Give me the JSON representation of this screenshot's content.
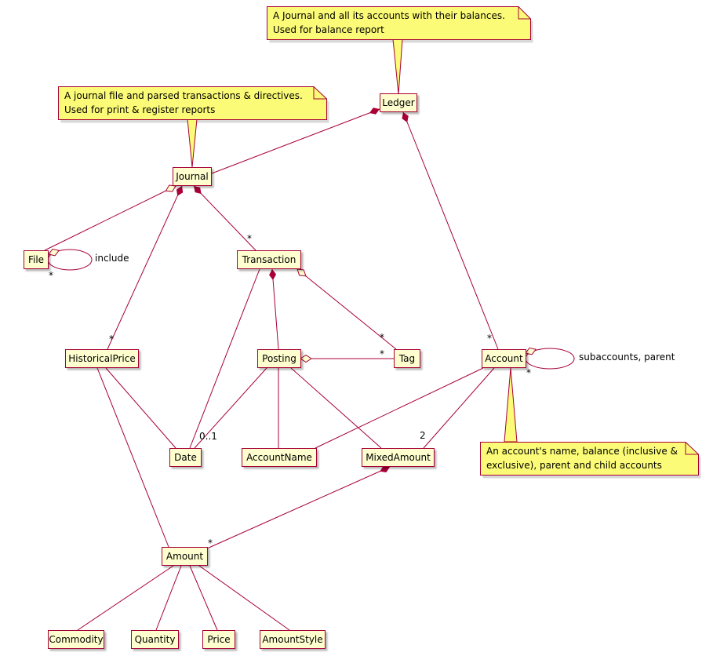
{
  "classes": {
    "ledger": "Ledger",
    "journal": "Journal",
    "file": "File",
    "transaction": "Transaction",
    "historical_price": "HistoricalPrice",
    "posting": "Posting",
    "tag": "Tag",
    "account": "Account",
    "date": "Date",
    "account_name": "AccountName",
    "mixed_amount": "MixedAmount",
    "amount": "Amount",
    "commodity": "Commodity",
    "quantity": "Quantity",
    "price": "Price",
    "amount_style": "AmountStyle"
  },
  "notes": {
    "ledger_note": {
      "line1": "A Journal and all its accounts with their balances.",
      "line2": "Used for balance report"
    },
    "journal_note": {
      "line1": "A journal file and parsed transactions & directives.",
      "line2": "Used for print & register reports"
    },
    "account_note": {
      "line1": "An account's name, balance (inclusive &",
      "line2": "exclusive), parent and child accounts"
    }
  },
  "edge_labels": {
    "many": "*",
    "zero_or_one": "0..1",
    "two": "2",
    "include": "include",
    "subaccounts_parent": "subaccounts, parent"
  },
  "edges": [
    {
      "from": "Ledger",
      "to": "Journal",
      "type": "composition"
    },
    {
      "from": "Ledger",
      "to": "Account",
      "type": "composition",
      "target_multiplicity": "*"
    },
    {
      "from": "Journal",
      "to": "File",
      "type": "aggregation"
    },
    {
      "from": "File",
      "to": "File",
      "type": "aggregation",
      "target_multiplicity": "*",
      "label": "include"
    },
    {
      "from": "Journal",
      "to": "Transaction",
      "type": "composition",
      "target_multiplicity": "*"
    },
    {
      "from": "Journal",
      "to": "HistoricalPrice",
      "type": "composition",
      "target_multiplicity": "*"
    },
    {
      "from": "HistoricalPrice",
      "to": "Date",
      "type": "association"
    },
    {
      "from": "HistoricalPrice",
      "to": "Amount",
      "type": "association"
    },
    {
      "from": "Transaction",
      "to": "Date",
      "type": "association"
    },
    {
      "from": "Transaction",
      "to": "Posting",
      "type": "composition"
    },
    {
      "from": "Transaction",
      "to": "Tag",
      "type": "aggregation",
      "target_multiplicity": "*"
    },
    {
      "from": "Posting",
      "to": "Tag",
      "type": "aggregation",
      "target_multiplicity": "*"
    },
    {
      "from": "Posting",
      "to": "Date",
      "type": "association",
      "target_multiplicity": "0..1"
    },
    {
      "from": "Posting",
      "to": "AccountName",
      "type": "association"
    },
    {
      "from": "Posting",
      "to": "MixedAmount",
      "type": "association"
    },
    {
      "from": "Account",
      "to": "AccountName",
      "type": "association"
    },
    {
      "from": "Account",
      "to": "MixedAmount",
      "type": "association",
      "target_multiplicity": "2"
    },
    {
      "from": "Account",
      "to": "Account",
      "type": "aggregation",
      "target_multiplicity": "*",
      "label": "subaccounts, parent"
    },
    {
      "from": "MixedAmount",
      "to": "Amount",
      "type": "composition",
      "target_multiplicity": "*"
    },
    {
      "from": "Amount",
      "to": "Commodity",
      "type": "association"
    },
    {
      "from": "Amount",
      "to": "Quantity",
      "type": "association"
    },
    {
      "from": "Amount",
      "to": "Price",
      "type": "association"
    },
    {
      "from": "Amount",
      "to": "AmountStyle",
      "type": "association"
    }
  ],
  "colors": {
    "class_fill": "#FEFECE",
    "class_border": "#A80036",
    "edge": "#A80036",
    "note_fill": "#FBFB77",
    "note_border": "#A80036"
  }
}
